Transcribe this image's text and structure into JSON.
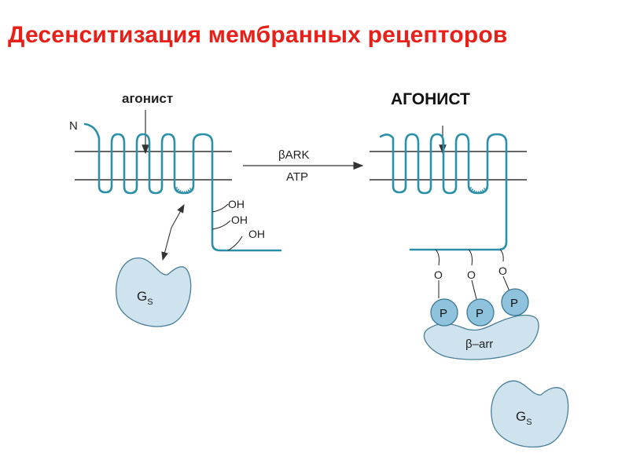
{
  "title": "Десенситизация  мембранных рецепторов",
  "left_panel": {
    "agonist_label": "агонист",
    "n_terminus_label": "N",
    "hydroxyls": [
      "OH",
      "OH",
      "OH"
    ],
    "gs_label_main": "G",
    "gs_label_sub": "S"
  },
  "arrow": {
    "enzyme_label": "βARK",
    "cofactor_label": "ATP"
  },
  "right_panel": {
    "agonist_label": "АГОНИСТ",
    "oxygens": [
      "O",
      "O",
      "O"
    ],
    "phosphates": [
      "P",
      "P",
      "P"
    ],
    "arrestin_label": "β–arr",
    "gs_label_main": "G",
    "gs_label_sub": "S"
  },
  "colors": {
    "title": "#e8201a",
    "receptor": "#2a8fa8",
    "protein_fill": "#cfe3ee",
    "protein_stroke": "#4a7f98",
    "membrane": "#333333"
  }
}
